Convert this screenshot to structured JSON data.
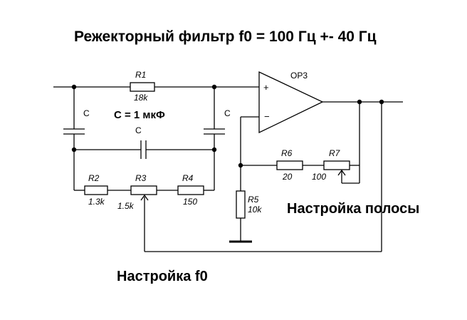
{
  "title": "Режекторный фильтр f0 = 100 Гц +- 40 Гц",
  "capacitance_note": "C = 1 мкФ",
  "opamp": {
    "name": "OP3",
    "plus": "+",
    "minus": "−"
  },
  "components": {
    "R1": {
      "name": "R1",
      "value": "18k"
    },
    "R2": {
      "name": "R2",
      "value": "1.3k"
    },
    "R3": {
      "name": "R3",
      "value": "1.5k"
    },
    "R4": {
      "name": "R4",
      "value": "150"
    },
    "R5": {
      "name": "R5",
      "value": "10k"
    },
    "R6": {
      "name": "R6",
      "value": "20"
    },
    "R7": {
      "name": "R7",
      "value": "100"
    },
    "C_left": {
      "name": "C"
    },
    "C_right": {
      "name": "C"
    },
    "C_middle": {
      "name": "C"
    }
  },
  "notes": {
    "bandwidth_tuning": "Настройка полосы",
    "f0_tuning": "Настройка f0"
  }
}
